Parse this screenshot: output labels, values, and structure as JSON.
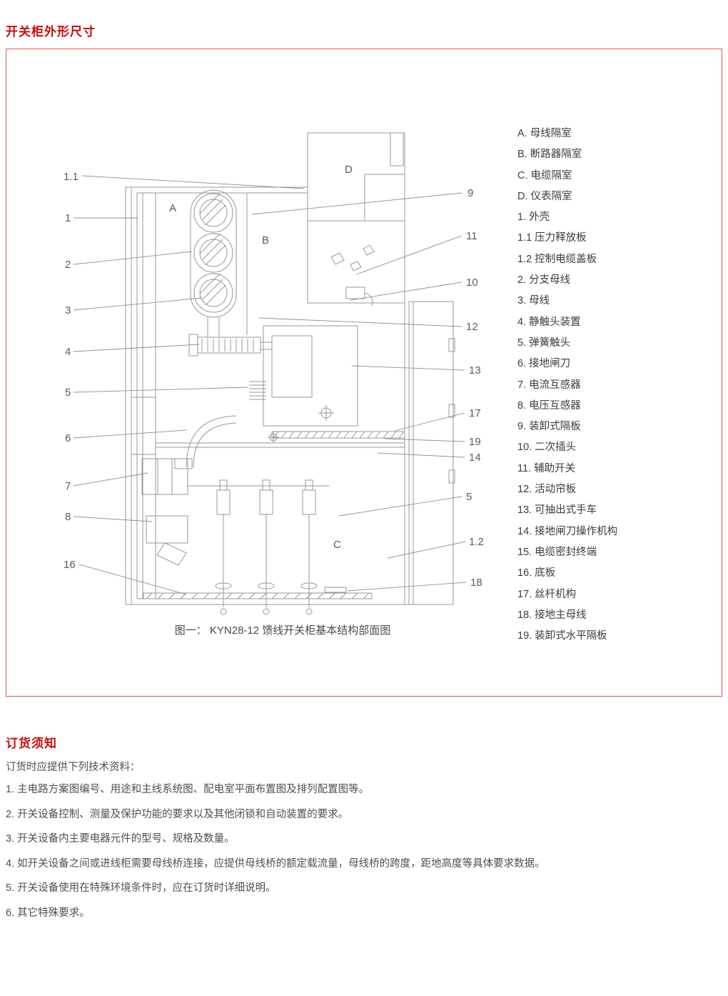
{
  "sections": {
    "dimensions_title": "开关柜外形尺寸",
    "ordering_title": "订货须知"
  },
  "figure": {
    "caption": "图一： KYN28-12 馈线开关柜基本结构部面图",
    "legend": [
      "A. 母线隔室",
      "B. 断路器隔室",
      "C. 电缆隔室",
      "D. 仪表隔室",
      "1. 外壳",
      "1.1 压力释放板",
      "1.2 控制电缆盖板",
      "2. 分支母线",
      "3. 母线",
      "4. 静触头装置",
      "5. 弹簧触头",
      "6. 接地闸刀",
      "7. 电流互感器",
      "8. 电压互感器",
      "9. 装卸式隔板",
      "10. 二次插头",
      "11. 辅助开关",
      "12. 活动帘板",
      "13. 可抽出式手车",
      "14. 接地闸刀操作机构",
      "15. 电缆密封终端",
      "16. 底板",
      "17. 丝杆机构",
      "18. 接地主母线",
      "19. 装卸式水平隔板"
    ],
    "callouts": {
      "left": [
        "1.1",
        "1",
        "2",
        "3",
        "4",
        "5",
        "6",
        "7",
        "8",
        "16"
      ],
      "right": [
        "9",
        "11",
        "10",
        "12",
        "13",
        "17",
        "19",
        "14",
        "5",
        "1.2",
        "18"
      ],
      "regions": [
        "A",
        "B",
        "C",
        "D"
      ]
    }
  },
  "ordering": {
    "intro": "订货时应提供下列技术资料：",
    "items": [
      "1. 主电路方案图编号、用途和主线系统图、配电室平面布置图及排列配置图等。",
      "2. 开关设备控制、测量及保护功能的要求以及其他闭锁和自动装置的要求。",
      "3. 开关设备内主要电器元件的型号、规格及数量。",
      "4. 如开关设备之间或进线柜需要母线桥连接，应提供母线桥的额定载流量，母线桥的跨度，距地高度等具体要求数据。",
      "5. 开关设备使用在特殊环境条件时，应在订货时详细说明。",
      "6. 其它特殊要求。"
    ]
  },
  "colors": {
    "accent_red": "#c80c0c",
    "box_border": "#d45a52"
  }
}
